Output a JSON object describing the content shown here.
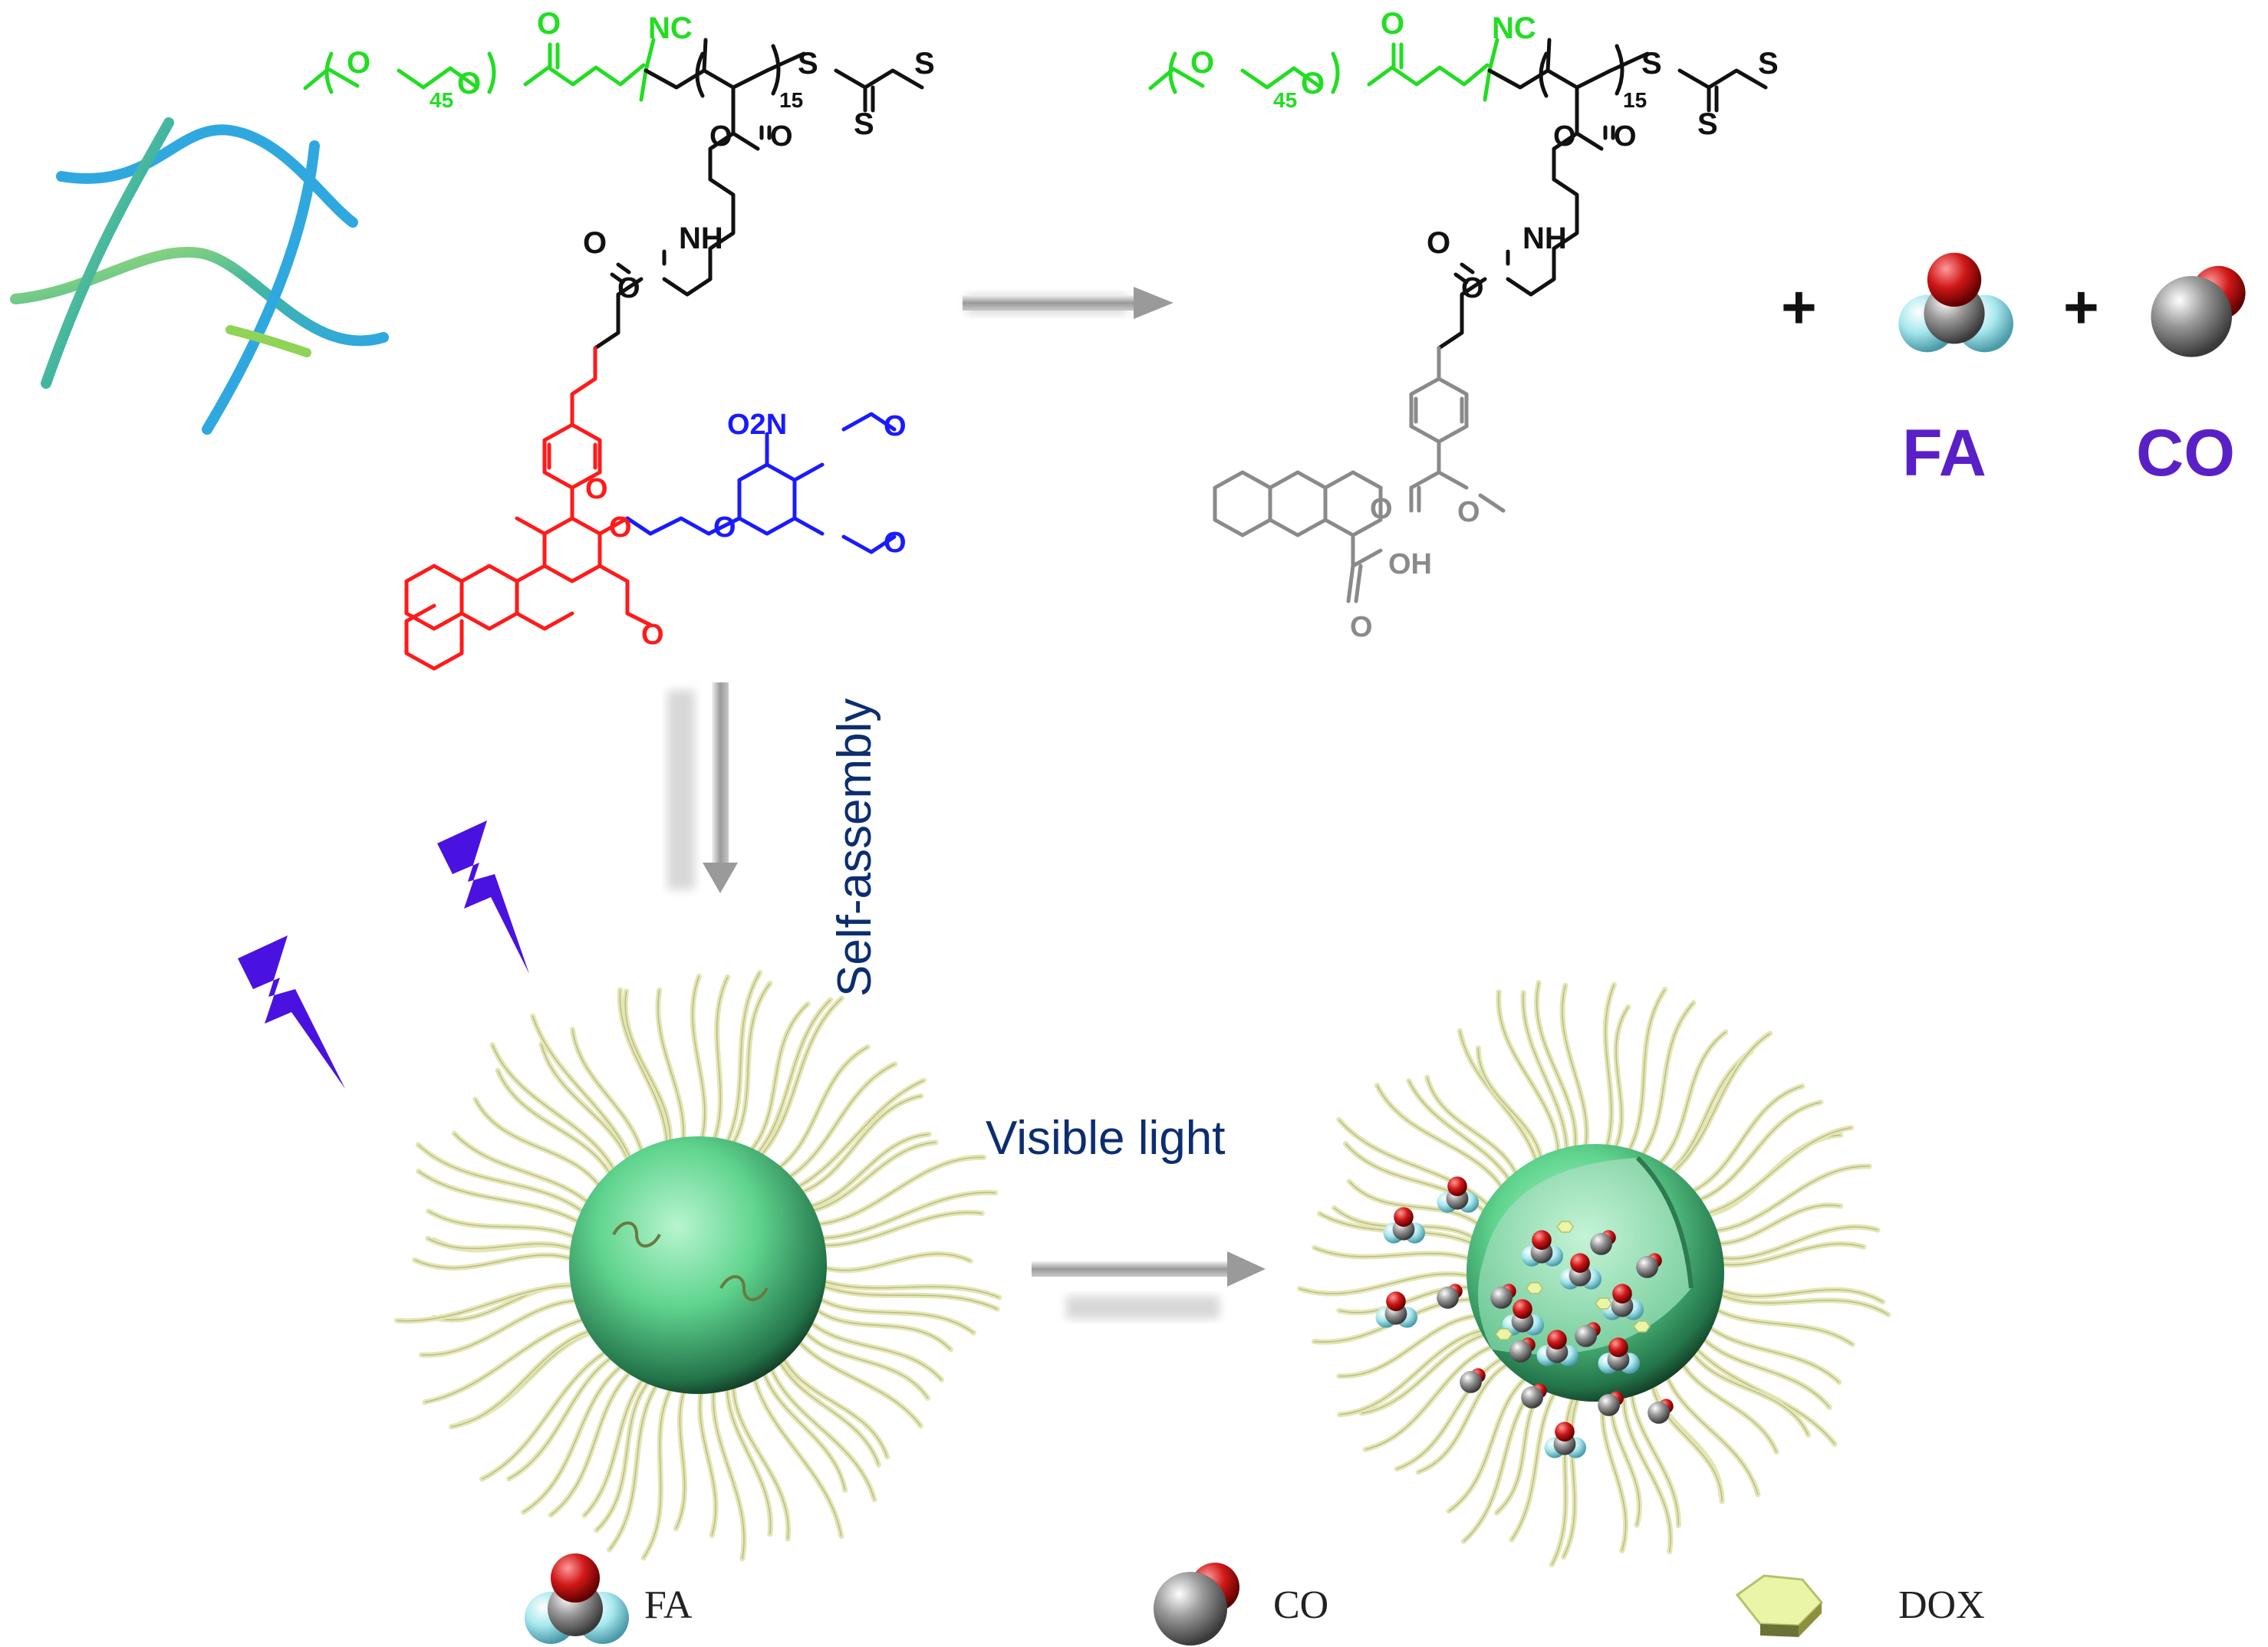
{
  "colors": {
    "peg": "#22dd22",
    "backbone": "#111111",
    "flavonol": "#ff1a1a",
    "cage": "#1a1aff",
    "product": "#8a8a8a",
    "bolt": "#4a12e0",
    "micelle": "#5fd48e",
    "corona": "#e4e6b4",
    "label_purple": "#5a20c8",
    "label_blue": "#0c2d70"
  },
  "polymer": {
    "peg_repeat": "45",
    "block_repeat": "15",
    "nitrile": "NC",
    "amine": "NH",
    "oxygen": "O",
    "sulfur": "S",
    "nitro": "O2N"
  },
  "product": {
    "acid": "OH"
  },
  "byproducts": {
    "plus": "+",
    "fa_label": "FA",
    "co_label": "CO"
  },
  "process": {
    "self_assembly": "Self-assembly",
    "visible_light": "Visible light"
  },
  "legend": {
    "fa": "FA",
    "co": "CO",
    "dox": "DOX"
  },
  "icons": [
    "polymer-chain-icon",
    "lightning-bolt-icon",
    "fa-molecule-icon",
    "co-molecule-icon",
    "dox-hexagon-icon"
  ]
}
